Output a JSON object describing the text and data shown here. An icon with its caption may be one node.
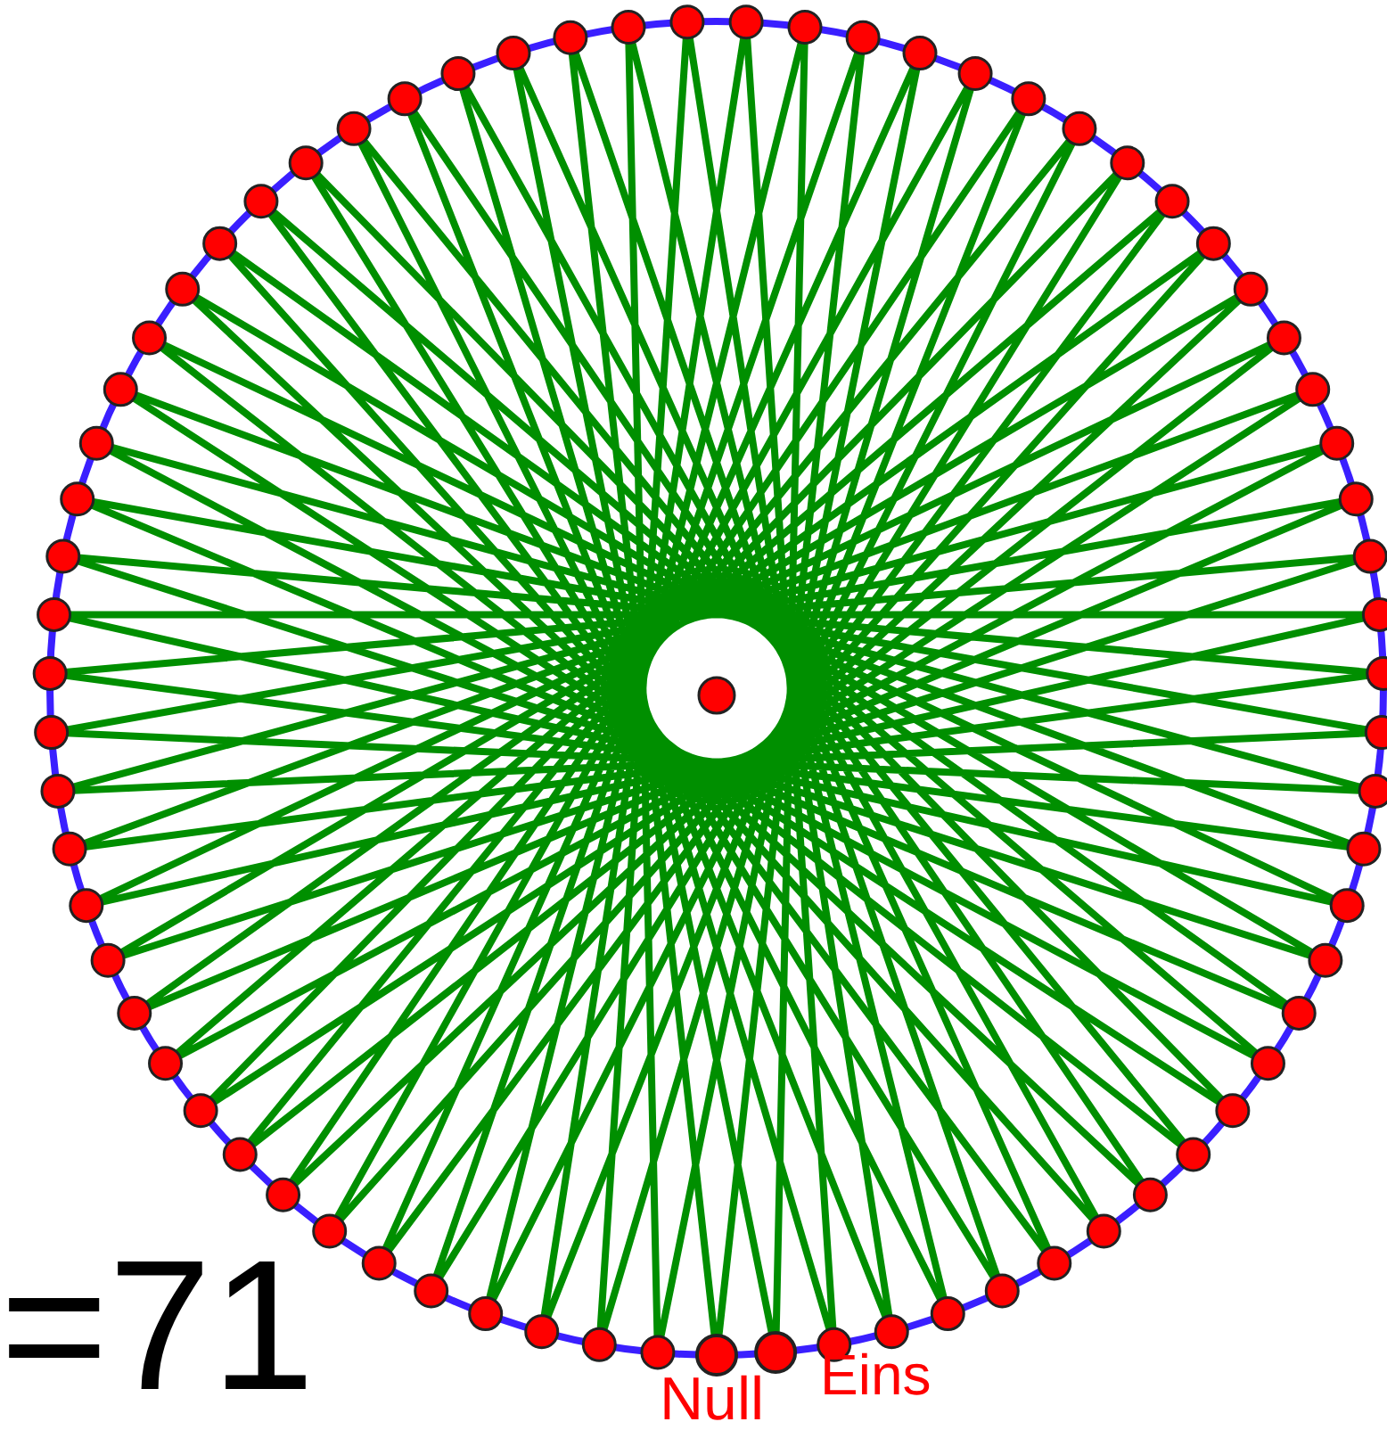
{
  "diagram": {
    "labels": [
      "=71",
      "Null",
      "Eins"
    ]
  }
}
